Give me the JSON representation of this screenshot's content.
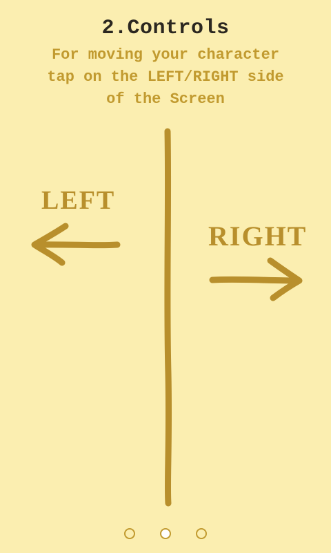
{
  "tutorial": {
    "title": "2.Controls",
    "description_lines": [
      "For moving your character",
      "tap on the LEFT/RIGHT side",
      "of the Screen"
    ]
  },
  "zones": {
    "left_label": "LEFT",
    "right_label": "RIGHT"
  },
  "pagination": {
    "total": 3,
    "current": 2
  },
  "colors": {
    "background": "#fbeeb0",
    "title": "#2b2720",
    "accent": "#c19a2f",
    "arrow": "#b88f2c",
    "active_dot_fill": "#ffffff"
  },
  "icons": {
    "left": "arrow-left-icon",
    "right": "arrow-right-icon"
  }
}
